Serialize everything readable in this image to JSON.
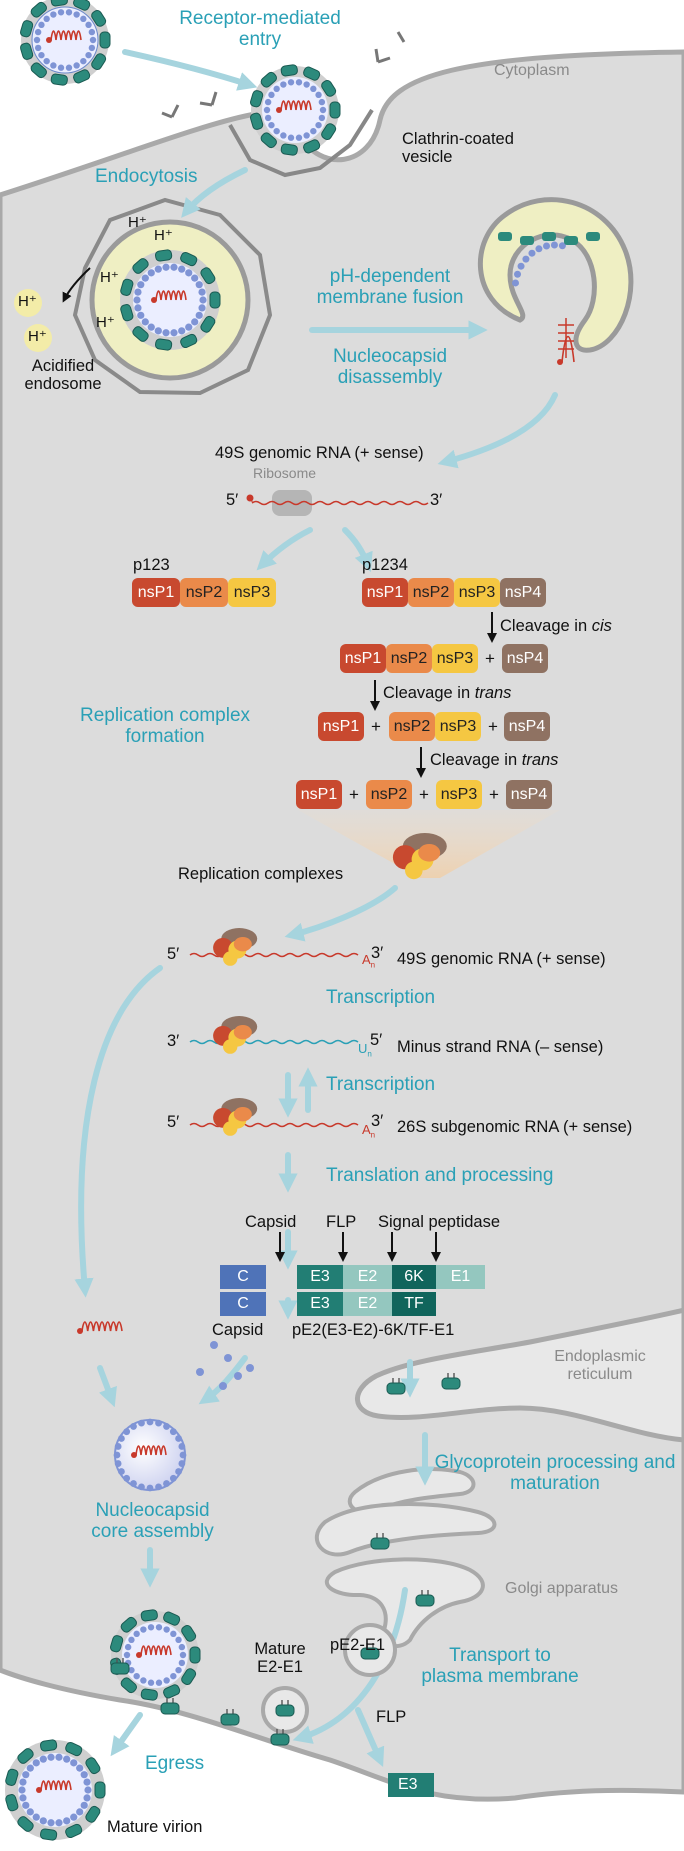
{
  "colors": {
    "teal": "#2aa0b6",
    "cytoplasm": "#dcdcdc",
    "membrane": "#a9a9a9",
    "nsP1": "#c8492f",
    "nsP2": "#ea8a4a",
    "nsP3": "#f5c742",
    "nsP4": "#8f7262",
    "capsid": "#4f73b8",
    "glyco_dark": "#227e74",
    "glyco_mid": "#5fa69c",
    "glyco_light": "#94c7bf",
    "rna": "#c8392b"
  },
  "labels": {
    "receptor_entry": "Receptor-mediated entry",
    "cytoplasm": "Cytoplasm",
    "clathrin": "Clathrin-coated vesicle",
    "endocytosis": "Endocytosis",
    "h_plus": "H⁺",
    "acidified_endosome": "Acidified endosome",
    "ph_fusion": "pH-dependent membrane fusion",
    "nc_disassembly": "Nucleocapsid disassembly",
    "genomic_rna_49s": "49S genomic RNA (+ sense)",
    "ribosome": "Ribosome",
    "five_prime": "5′",
    "three_prime": "3′",
    "p123": "p123",
    "p1234": "p1234",
    "nsP1": "nsP1",
    "nsP2": "nsP2",
    "nsP3": "nsP3",
    "nsP4": "nsP4",
    "plus": "+",
    "cleavage_in": "Cleavage in",
    "cis": "cis",
    "trans": "trans",
    "rc_formation": "Replication complex formation",
    "replication_complexes": "Replication complexes",
    "minus_strand": "Minus strand RNA (– sense)",
    "subgenomic_26s": "26S subgenomic RNA (+ sense)",
    "transcription": "Transcription",
    "an": "A",
    "un": "U",
    "n_sub": "n",
    "translation_processing": "Translation and processing",
    "capsid_head": "Capsid",
    "flp_head": "FLP",
    "signal_peptidase": "Signal peptidase",
    "c": "C",
    "e3": "E3",
    "e2": "E2",
    "k6": "6K",
    "e1": "E1",
    "tf": "TF",
    "capsid_label": "Capsid",
    "polyprotein": "pE2(E3-E2)-6K/TF-E1",
    "er": "Endoplasmic reticulum",
    "glyco_processing": "Glycoprotein processing and maturation",
    "nc_core_assembly": "Nucleocapsid core assembly",
    "golgi": "Golgi apparatus",
    "pe2_e1": "pE2-E1",
    "mature_e2e1": "Mature E2-E1",
    "transport_pm": "Transport to plasma membrane",
    "flp": "FLP",
    "egress": "Egress",
    "mature_virion": "Mature virion"
  }
}
